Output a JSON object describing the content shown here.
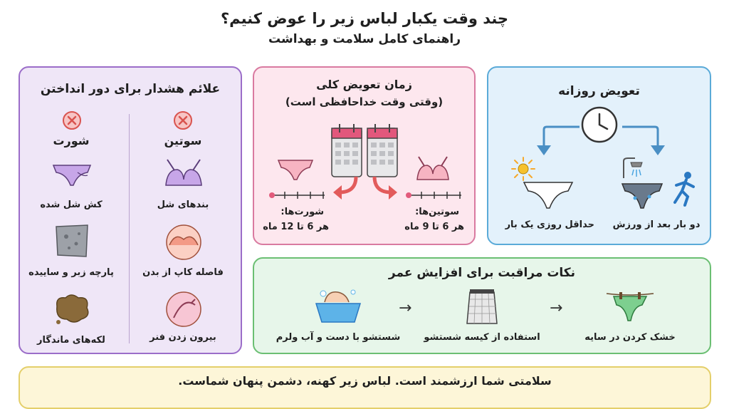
{
  "header": {
    "title": "چند وقت یکبار لباس زیر را عوض کنیم؟",
    "subtitle": "راهنمای کامل سلامت و بهداشت"
  },
  "colors": {
    "purple_bg": "#efe6f7",
    "purple_border": "#9b6dc9",
    "pink_bg": "#fde7ee",
    "pink_border": "#d97aa0",
    "blue_bg": "#e3f1fb",
    "blue_border": "#5aaad8",
    "green_bg": "#e7f6ea",
    "green_border": "#6bbf73",
    "yellow_bg": "#fdf6d8",
    "yellow_border": "#e4cf6a"
  },
  "warning": {
    "title": "علائم هشدار برای دور انداختن",
    "bra": {
      "heading": "سوتین",
      "items": [
        "بندهای شل",
        "فاصله کاپ از بدن",
        "بیرون زدن فنر"
      ]
    },
    "panties": {
      "heading": "شورت",
      "items": [
        "کش شل شده",
        "پارچه زبر و ساییده",
        "لکه‌های ماندگار"
      ]
    }
  },
  "replace": {
    "title": "زمان تعویض کلی",
    "subtitle": "(وقتی وقت خداحافظی است)",
    "panties_label": "شورت‌ها:",
    "panties_range": "هر 6 تا 12 ماه",
    "bras_label": "سوتین‌ها:",
    "bras_range": "هر 6 تا 9 ماه"
  },
  "daily": {
    "title": "تعویض روزانه",
    "left_label": "حداقل روزی یک بار",
    "right_label": "دو بار بعد از ورزش"
  },
  "care": {
    "title": "نکات مراقبت برای افزایش عمر",
    "steps": [
      "خشک کردن در سایه",
      "استفاده از کیسه شستشو",
      "شستشو با دست و آب ولرم"
    ],
    "arrow": "→"
  },
  "footer": {
    "text": "سلامتی شما ارزشمند است. لباس زیر کهنه، دشمن پنهان شماست."
  },
  "icons": [
    "x-circle-icon",
    "bra-icon",
    "panties-icon",
    "calendar-icon",
    "clock-icon",
    "sun-icon",
    "shower-icon",
    "runner-icon",
    "hand-wash-icon",
    "wash-bag-icon",
    "clothesline-icon"
  ]
}
